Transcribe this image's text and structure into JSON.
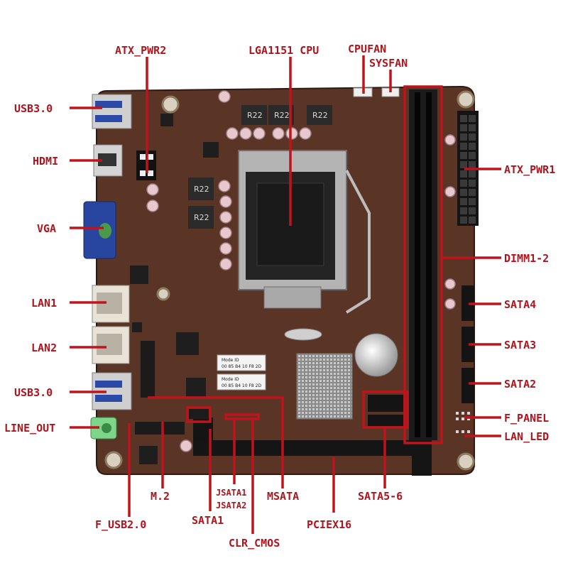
{
  "labels": {
    "usb3_top": "USB3.0",
    "hdmi": "HDMI",
    "vga": "VGA",
    "lan1": "LAN1",
    "lan2": "LAN2",
    "usb3_bottom": "USB3.0",
    "line_out": "LINE_OUT",
    "atx_pwr2": "ATX_PWR2",
    "cpu": "LGA1151 CPU",
    "cpufan": "CPUFAN",
    "sysfan": "SYSFAN",
    "atx_pwr1": "ATX_PWR1",
    "dimm": "DIMM1-2",
    "sata4": "SATA4",
    "sata3": "SATA3",
    "sata2": "SATA2",
    "f_panel": "F_PANEL",
    "lan_led": "LAN_LED",
    "m2": "M.2",
    "f_usb2": "F_USB2.0",
    "sata1": "SATA1",
    "jsata1": "JSATA1",
    "jsata2": "JSATA2",
    "clr_cmos": "CLR_CMOS",
    "msata": "MSATA",
    "pciex16": "PCIEX16",
    "sata56": "SATA5-6"
  },
  "board_text": {
    "choke1": "R22",
    "choke2": "R22",
    "choke3": "R22",
    "choke4": "R22",
    "choke5": "R22",
    "sticker1_title": "Mode ID",
    "sticker1_code": "00 85 B4 10 F8 2D",
    "sticker2_title": "Mode ID",
    "sticker2_code": "00 85 B4 10 F8 2D"
  },
  "colors": {
    "label": "#b0141c",
    "pcb": "#5a3424",
    "leader": "#c0141c"
  }
}
